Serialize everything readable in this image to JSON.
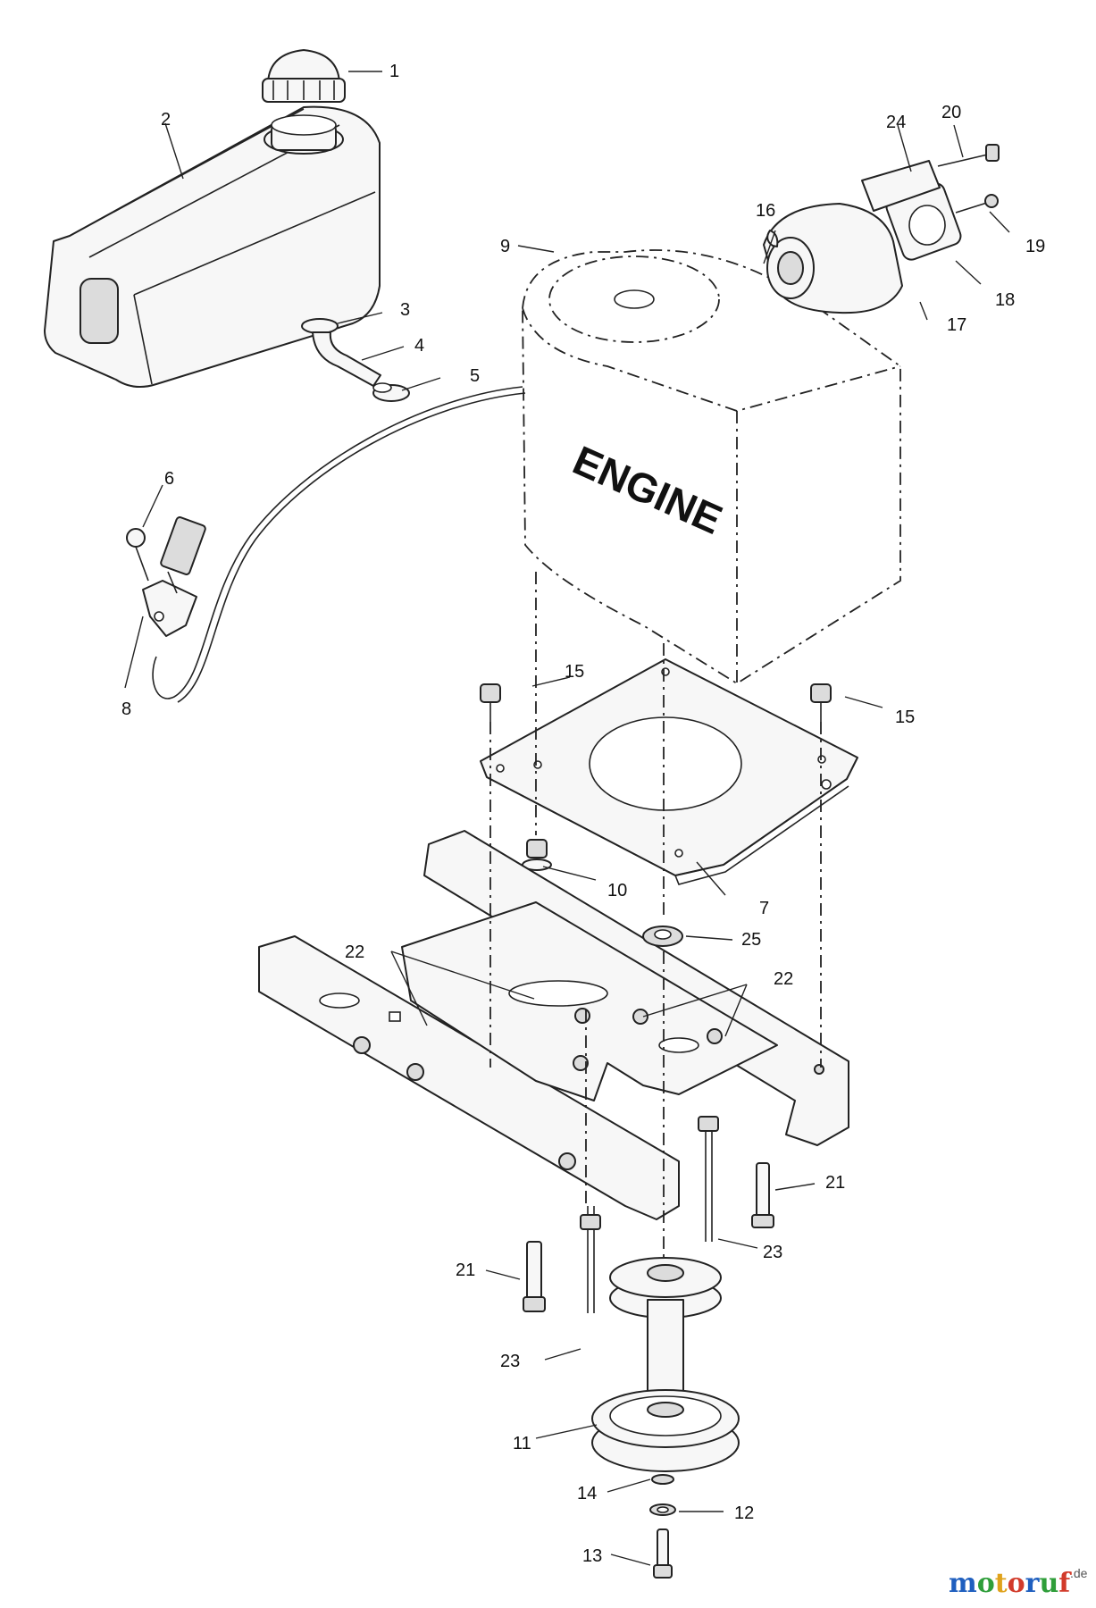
{
  "diagram": {
    "engine_label": "ENGINE",
    "callouts": [
      "1",
      "2",
      "3",
      "4",
      "5",
      "6",
      "7",
      "8",
      "9",
      "10",
      "11",
      "12",
      "13",
      "14",
      "15",
      "15",
      "16",
      "17",
      "18",
      "19",
      "20",
      "21",
      "21",
      "22",
      "22",
      "23",
      "23",
      "24",
      "25"
    ]
  },
  "watermark": {
    "letters": [
      "m",
      "o",
      "t",
      "o",
      "r",
      "u",
      "f"
    ],
    "colors": [
      "#1f5fbf",
      "#2f9e3a",
      "#e0a21b",
      "#d23b2b",
      "#1f5fbf",
      "#2f9e3a",
      "#d23b2b"
    ],
    "suffix": ".de"
  }
}
